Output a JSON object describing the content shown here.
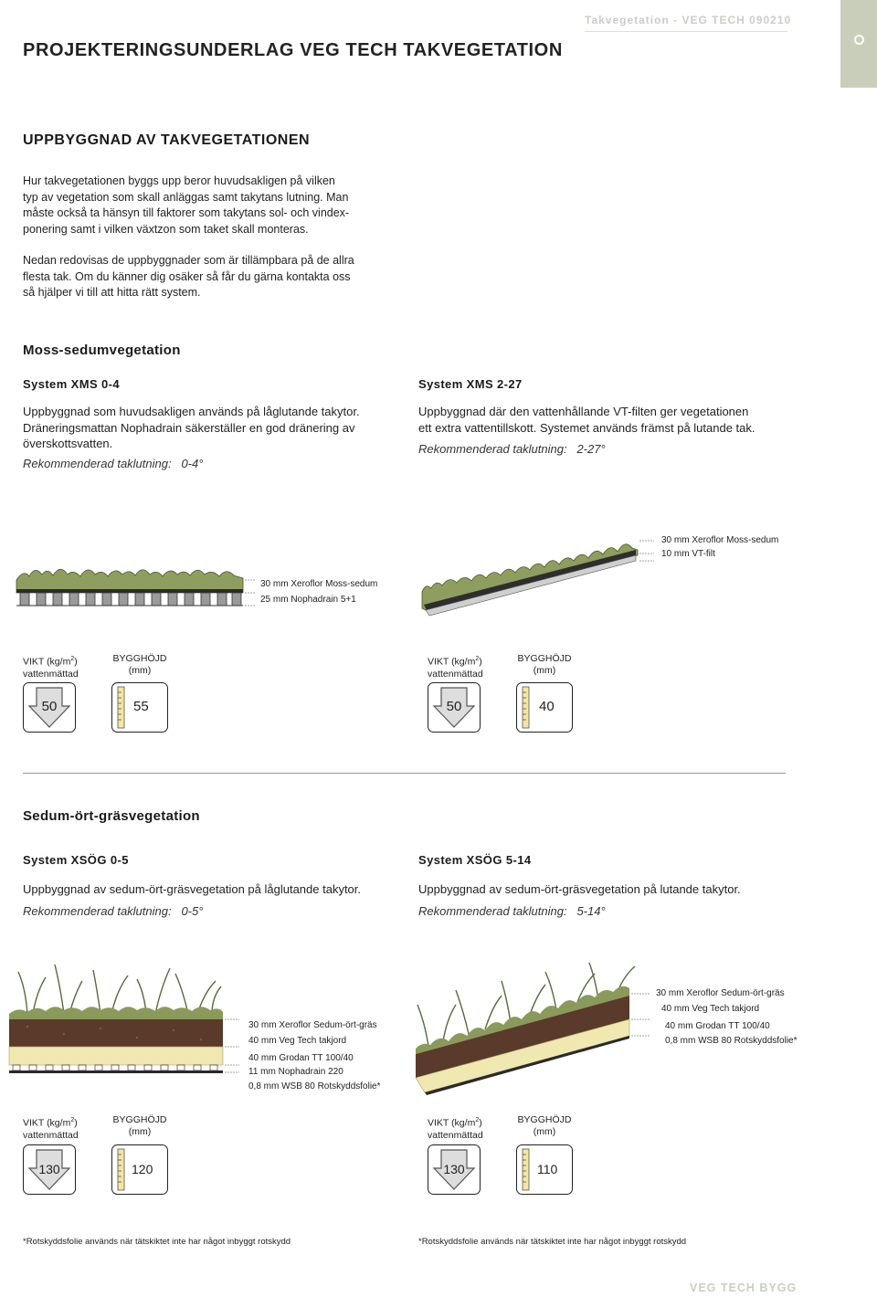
{
  "header": {
    "doc_ref": "Takvegetation - VEG TECH 090210",
    "title": "PROJEKTERINGSUNDERLAG VEG TECH TAKVEGETATION"
  },
  "intro": {
    "title": "UPPBYGGNAD AV TAKVEGETATIONEN",
    "para1_lines": [
      "Hur takvegetationen byggs upp beror huvudsakligen på vilken",
      "typ av vegetation som skall anläggas samt takytans lutning. Man",
      "måste också ta hänsyn till faktorer som takytans sol- och vindex-",
      "ponering samt i vilken växtzon som taket skall monteras."
    ],
    "para2_lines": [
      "Nedan redovisas de uppbyggnader som är tillämpbara på de allra",
      "flesta tak. Om du känner dig osäker så får du gärna kontakta oss",
      "så hjälper vi till att hitta rätt system."
    ]
  },
  "labels": {
    "weight": "VIKT (kg/m",
    "weight_sup": "2",
    "weight_close": ")",
    "weight_sub": "vattenmättad",
    "height": "BYGGHÖJD",
    "height_sub": "(mm)",
    "rec_prefix": "Rekommenderad taklutning:"
  },
  "moss": {
    "title": "Moss-sedumvegetation",
    "left": {
      "title": "System XMS 0-4",
      "desc_lines": [
        "Uppbyggnad som huvudsakligen används på låglutande takytor.",
        "Dräneringsmattan Nophadrain säkerställer en god dränering av",
        "överskottsvatten."
      ],
      "slope": "0-4°",
      "layers": [
        "30 mm Xeroflor Moss-sedum",
        "25 mm Nophadrain 5+1"
      ],
      "weight": "50",
      "height": "55"
    },
    "right": {
      "title": "System XMS 2-27",
      "desc_lines": [
        "Uppbyggnad där den vattenhållande VT-filten ger vegetationen",
        "ett extra vattentillskott. Systemet används främst på lutande tak."
      ],
      "slope": "2-27°",
      "layers": [
        "30 mm Xeroflor Moss-sedum",
        "10 mm VT-filt"
      ],
      "weight": "50",
      "height": "40"
    }
  },
  "sedum": {
    "title": "Sedum-ört-gräsvegetation",
    "left": {
      "title": "System XSÖG 0-5",
      "desc_lines": [
        "Uppbyggnad av sedum-ört-gräsvegetation på låglutande takytor."
      ],
      "slope": "0-5°",
      "layers": [
        "30 mm Xeroflor Sedum-ört-gräs",
        "40 mm Veg Tech takjord",
        "40 mm Grodan TT 100/40",
        "11 mm Nophadrain 220",
        "0,8 mm WSB 80 Rotskyddsfolie*"
      ],
      "weight": "130",
      "height": "120",
      "footnote": "*Rotskyddsfolie används när tätskiktet inte har något inbyggt rotskydd"
    },
    "right": {
      "title": "System XSÖG 5-14",
      "desc_lines": [
        "Uppbyggnad av sedum-ört-gräsvegetation på lutande takytor."
      ],
      "slope": "5-14°",
      "layers": [
        "30 mm Xeroflor Sedum-ört-gräs",
        "40 mm Veg Tech takjord",
        "40 mm Grodan TT 100/40",
        "0,8 mm WSB 80 Rotskyddsfolie*"
      ],
      "weight": "130",
      "height": "110",
      "footnote": "*Rotskyddsfolie används när tätskiktet inte har något inbyggt rotskydd"
    }
  },
  "footer": {
    "brand": "VEG TECH BYGG"
  },
  "colors": {
    "accent": "#c8ceb9",
    "moss": "#8a9a5b",
    "soil": "#5a3a2a",
    "grodan": "#efe8b0"
  }
}
